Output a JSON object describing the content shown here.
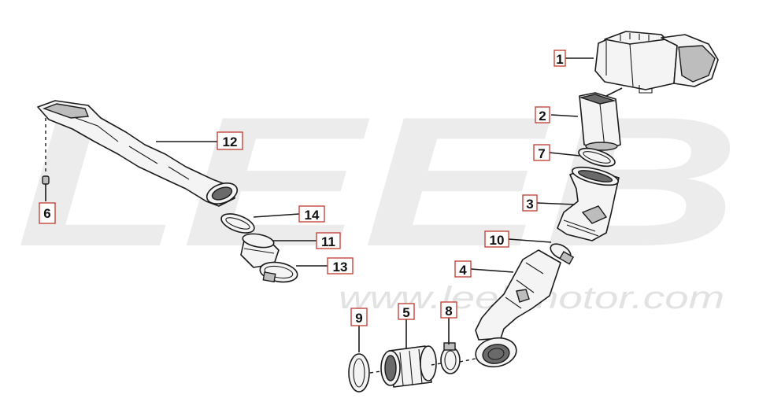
{
  "watermark": {
    "brand": "LEEB",
    "url": "www.leebmotor.com"
  },
  "callouts": [
    {
      "id": "1",
      "label": "1"
    },
    {
      "id": "2",
      "label": "2"
    },
    {
      "id": "3",
      "label": "3"
    },
    {
      "id": "4",
      "label": "4"
    },
    {
      "id": "5",
      "label": "5"
    },
    {
      "id": "6",
      "label": "6"
    },
    {
      "id": "7",
      "label": "7"
    },
    {
      "id": "8",
      "label": "8"
    },
    {
      "id": "9",
      "label": "9"
    },
    {
      "id": "10",
      "label": "10"
    },
    {
      "id": "11",
      "label": "11"
    },
    {
      "id": "12",
      "label": "12"
    },
    {
      "id": "13",
      "label": "13"
    },
    {
      "id": "14",
      "label": "14"
    }
  ],
  "colors": {
    "callout_border": "#c0392b",
    "line": "#1a1a1a",
    "watermark": "#ececec"
  }
}
